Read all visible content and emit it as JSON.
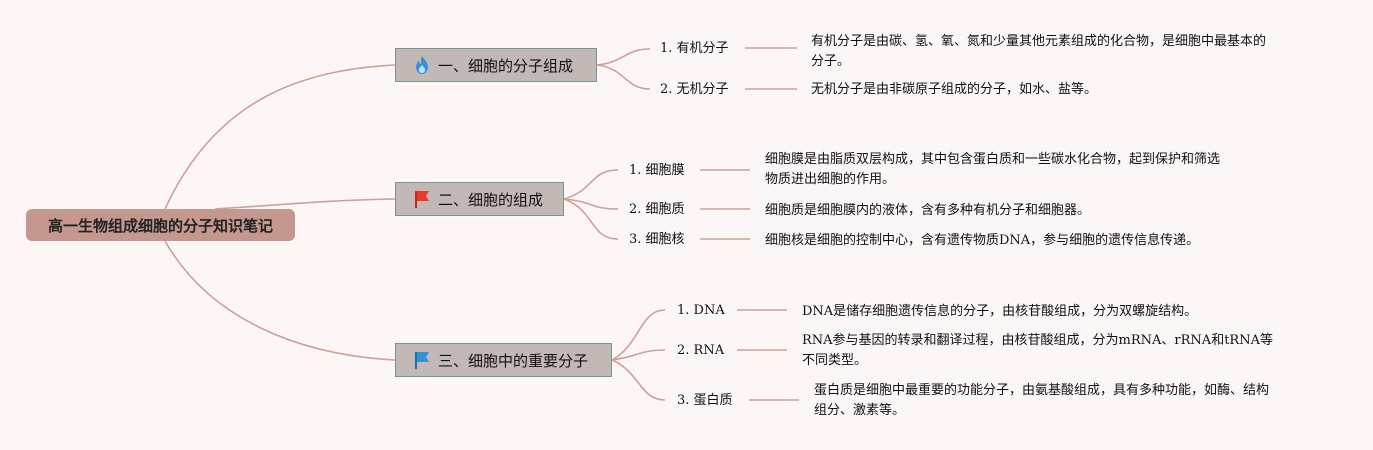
{
  "root": {
    "label": "高一生物组成细胞的分子知识笔记"
  },
  "branches": [
    {
      "label": "一、细胞的分子组成",
      "icon": "fire-icon",
      "items": [
        {
          "label": "1. 有机分子",
          "desc_lines": [
            "有机分子是由碳、氢、氧、氮和少量其他元素组成的化合物，是细胞中最基本的",
            "分子。"
          ]
        },
        {
          "label": "2. 无机分子",
          "desc_lines": [
            "无机分子是由非碳原子组成的分子，如水、盐等。"
          ]
        }
      ]
    },
    {
      "label": "二、细胞的组成",
      "icon": "red-flag-icon",
      "items": [
        {
          "label": "1. 细胞膜",
          "desc_lines": [
            "细胞膜是由脂质双层构成，其中包含蛋白质和一些碳水化合物，起到保护和筛选",
            "物质进出细胞的作用。"
          ]
        },
        {
          "label": "2. 细胞质",
          "desc_lines": [
            "细胞质是细胞膜内的液体，含有多种有机分子和细胞器。"
          ]
        },
        {
          "label": "3. 细胞核",
          "desc_lines": [
            "细胞核是细胞的控制中心，含有遗传物质DNA，参与细胞的遗传信息传递。"
          ]
        }
      ]
    },
    {
      "label": "三、细胞中的重要分子",
      "icon": "blue-flag-icon",
      "items": [
        {
          "label": "1. DNA",
          "desc_lines": [
            "DNA是储存细胞遗传信息的分子，由核苷酸组成，分为双螺旋结构。"
          ]
        },
        {
          "label": "2. RNA",
          "desc_lines": [
            "RNA参与基因的转录和翻译过程，由核苷酸组成，分为mRNA、rRNA和tRNA等",
            "不同类型。"
          ]
        },
        {
          "label": "3. 蛋白质",
          "desc_lines": [
            "蛋白质是细胞中最重要的功能分子，由氨基酸组成，具有多种功能，如酶、结构",
            "组分、激素等。"
          ]
        }
      ]
    }
  ],
  "colors": {
    "link": "#c9a29a",
    "root_fill": "#c4978f",
    "branch_fill": "#c2b9b6",
    "branch_border": "#6f9a8c"
  }
}
